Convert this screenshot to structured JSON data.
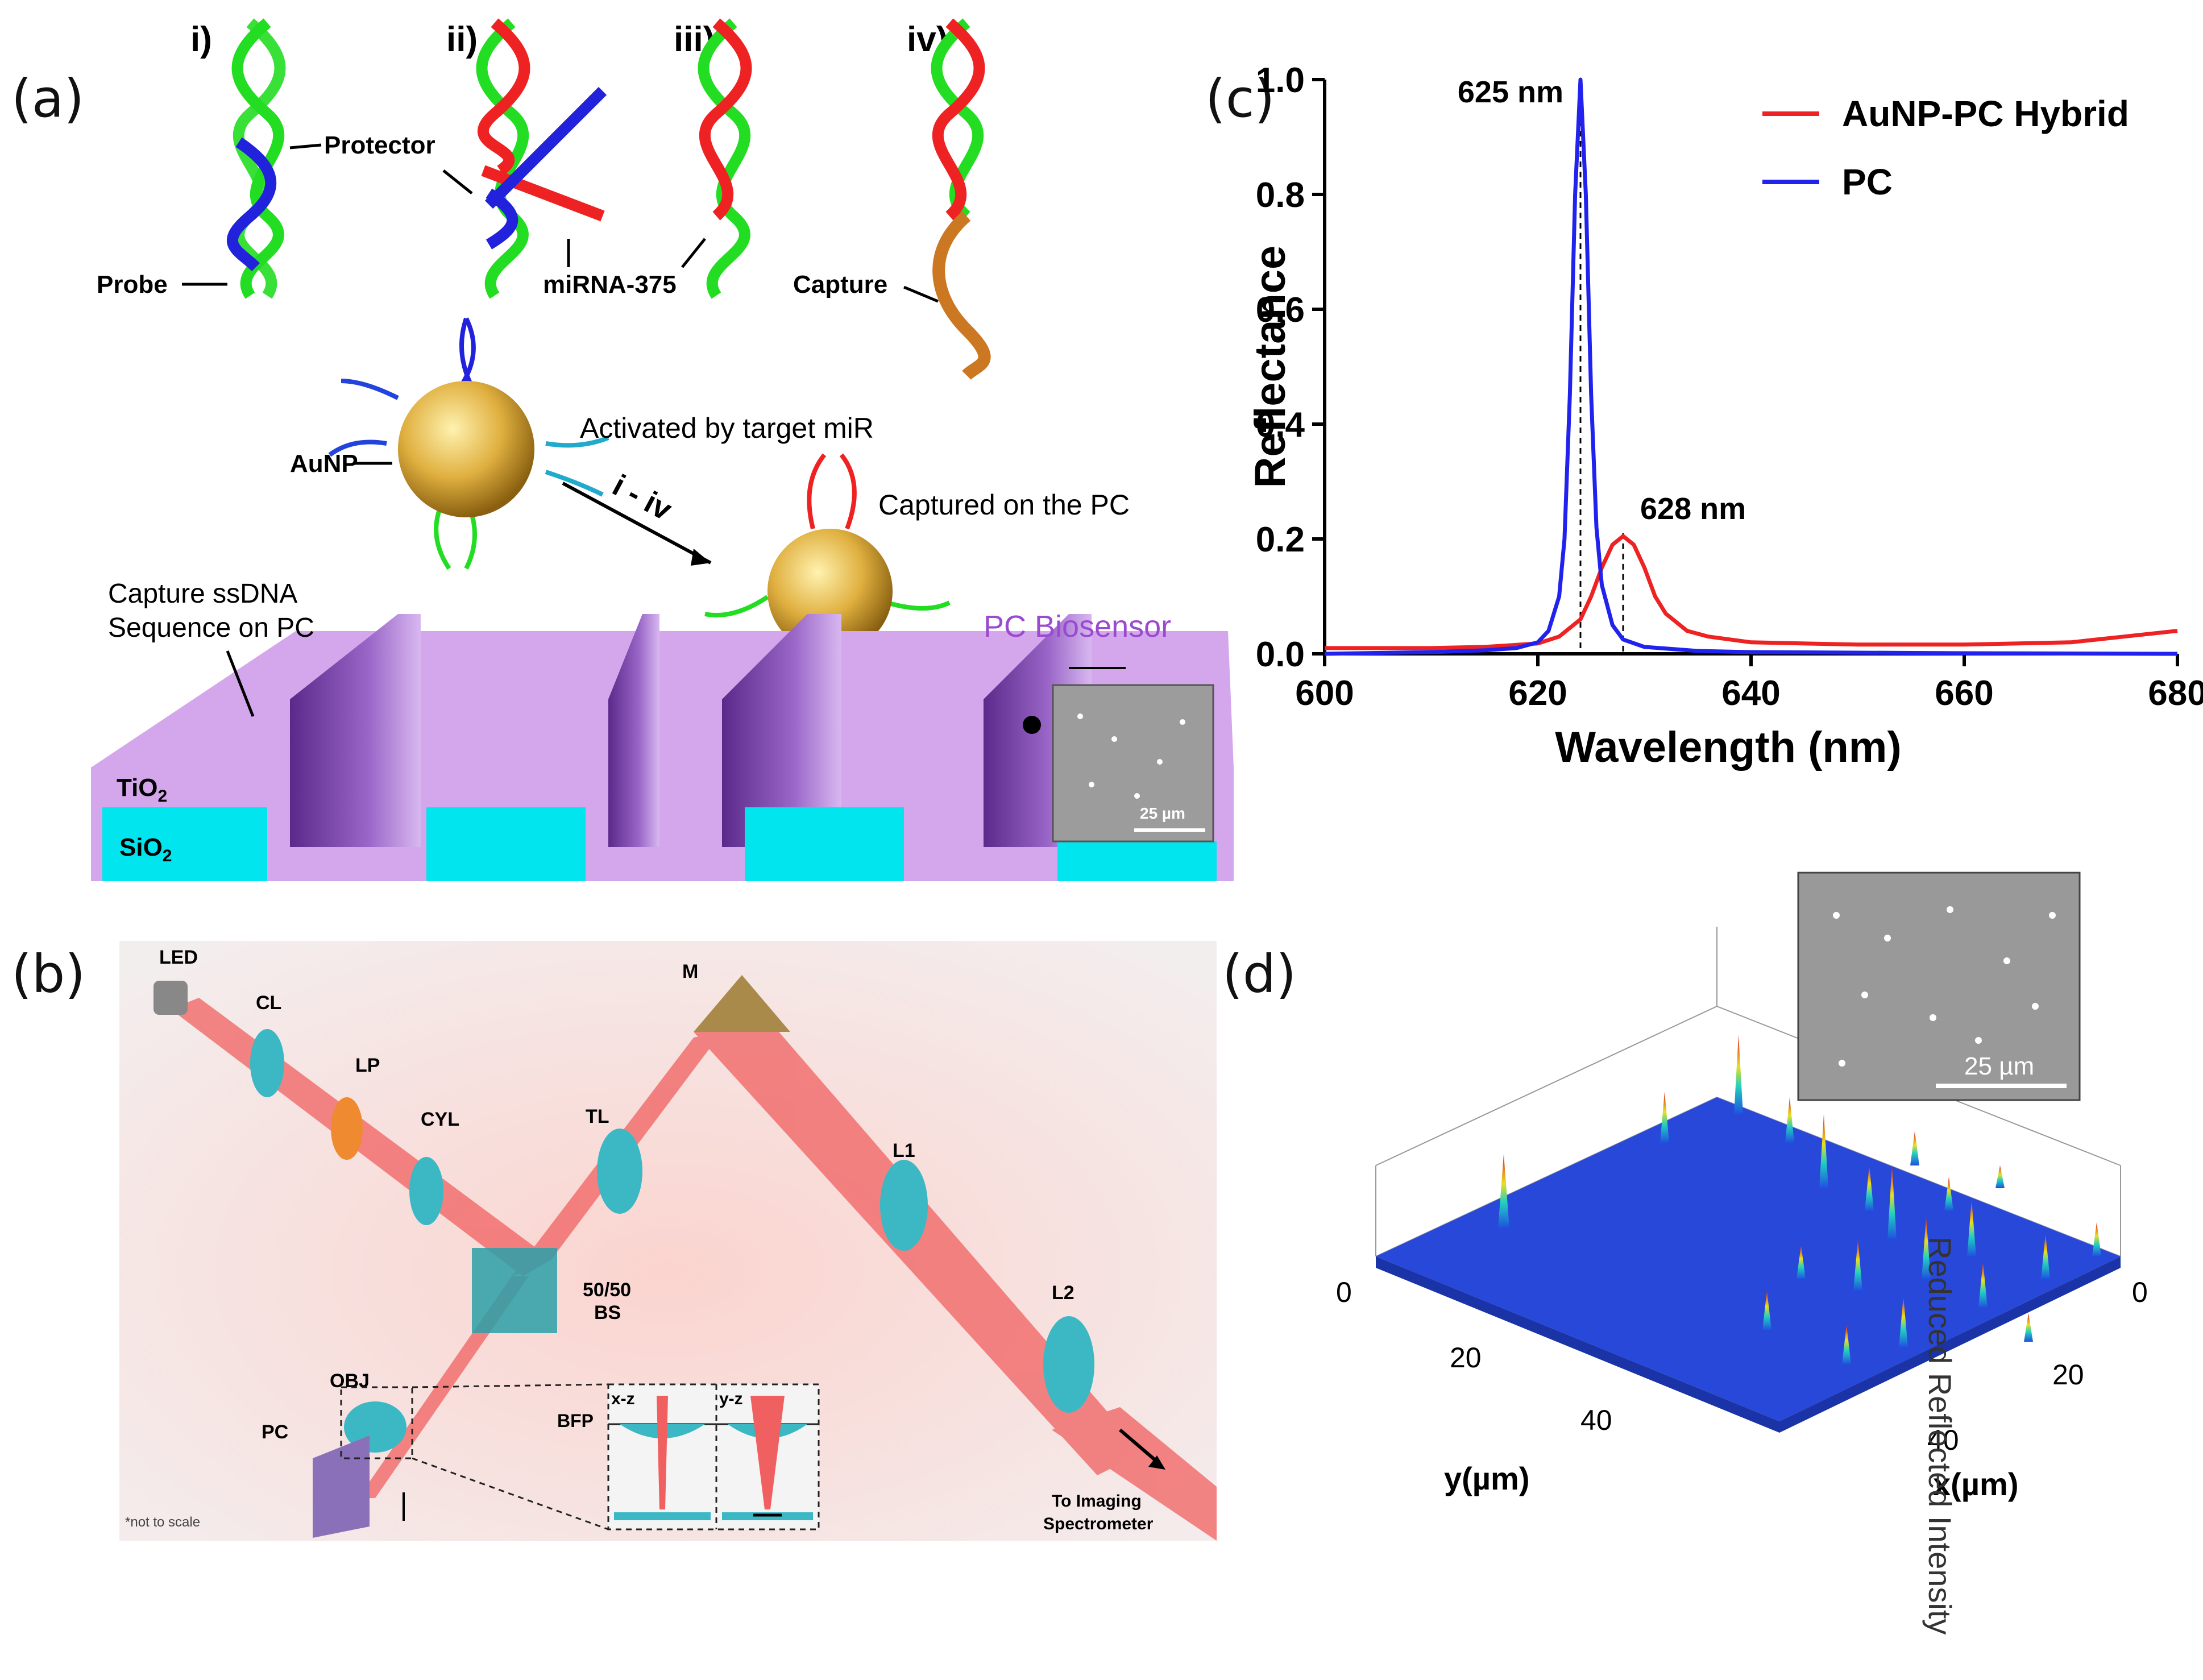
{
  "panel_a": {
    "letter": "(a)",
    "steps": [
      "i)",
      "ii)",
      "iii)",
      "iv)"
    ],
    "labels": {
      "protector": "Protector",
      "probe": "Probe",
      "mirna": "miRNA-375",
      "capture": "Capture",
      "aunp": "AuNP",
      "activated": "Activated by target miR",
      "step_range": "i - iv",
      "captured": "Captured on the PC",
      "capture_seq_1": "Capture ssDNA",
      "capture_seq_2": "Sequence on PC",
      "pc_biosensor": "PC Biosensor",
      "tio2": "TiO",
      "tio2_sub": "2",
      "sio2": "SiO",
      "sio2_sub": "2",
      "scale": "25 µm"
    },
    "colors": {
      "probe": "#22dd22",
      "protector": "#2222dd",
      "mirna": "#ee2222",
      "capture": "#cc7722",
      "pc": "#d4a6ec",
      "sio2": "#00e5ee"
    }
  },
  "panel_b": {
    "letter": "(b)",
    "labels": {
      "led": "LED",
      "cl": "CL",
      "lp": "LP",
      "cyl": "CYL",
      "tl": "TL",
      "m": "M",
      "l1": "L1",
      "l2": "L2",
      "bs1": "50/50",
      "bs2": "BS",
      "obj": "OBJ",
      "pc": "PC",
      "bfp": "BFP",
      "xz": "x-z",
      "yz": "y-z",
      "dest1": "To Imaging",
      "dest2": "Spectrometer",
      "note": "*not to scale"
    }
  },
  "panel_c": {
    "letter": "(c)",
    "chart_data": {
      "type": "line",
      "xlabel": "Wavelength (nm)",
      "ylabel": "Reflectance",
      "xlim": [
        600,
        680
      ],
      "ylim": [
        0,
        1.0
      ],
      "xticks": [
        "600",
        "620",
        "640",
        "660",
        "680"
      ],
      "yticks": [
        "0.0",
        "0.2",
        "0.4",
        "0.6",
        "0.8",
        "1.0"
      ],
      "legend_position": "top-right",
      "series": [
        {
          "name": "AuNP-PC Hybrid",
          "color": "#ee2222",
          "x": [
            600,
            610,
            615,
            620,
            622,
            624,
            625,
            626,
            627,
            628,
            629,
            630,
            631,
            632,
            634,
            636,
            640,
            650,
            660,
            670,
            675,
            680
          ],
          "y": [
            0.01,
            0.01,
            0.012,
            0.018,
            0.03,
            0.06,
            0.1,
            0.15,
            0.19,
            0.205,
            0.19,
            0.15,
            0.1,
            0.07,
            0.04,
            0.03,
            0.02,
            0.016,
            0.016,
            0.02,
            0.03,
            0.04
          ]
        },
        {
          "name": "PC",
          "color": "#2222ee",
          "x": [
            600,
            610,
            615,
            618,
            620,
            621,
            622,
            622.5,
            623,
            623.5,
            624,
            624.5,
            625,
            625.5,
            626,
            627,
            628,
            630,
            635,
            640,
            660,
            680
          ],
          "y": [
            0.0,
            0.003,
            0.006,
            0.01,
            0.02,
            0.04,
            0.1,
            0.2,
            0.45,
            0.8,
            1.0,
            0.8,
            0.45,
            0.22,
            0.12,
            0.05,
            0.025,
            0.012,
            0.005,
            0.003,
            0.001,
            0.0
          ]
        }
      ],
      "annotations": [
        {
          "text": "625 nm",
          "x": 624,
          "y": 1.0
        },
        {
          "text": "628 nm",
          "x": 628,
          "y": 0.21
        }
      ]
    }
  },
  "panel_d": {
    "letter": "(d)",
    "zlabel": "Reduced Reflected Intensity",
    "ylabel": "y(µm)",
    "xlabel": "x(µm)",
    "y_ticks": [
      "0",
      "20",
      "40"
    ],
    "x_ticks": [
      "0",
      "20",
      "40"
    ],
    "scale": "25 µm"
  }
}
